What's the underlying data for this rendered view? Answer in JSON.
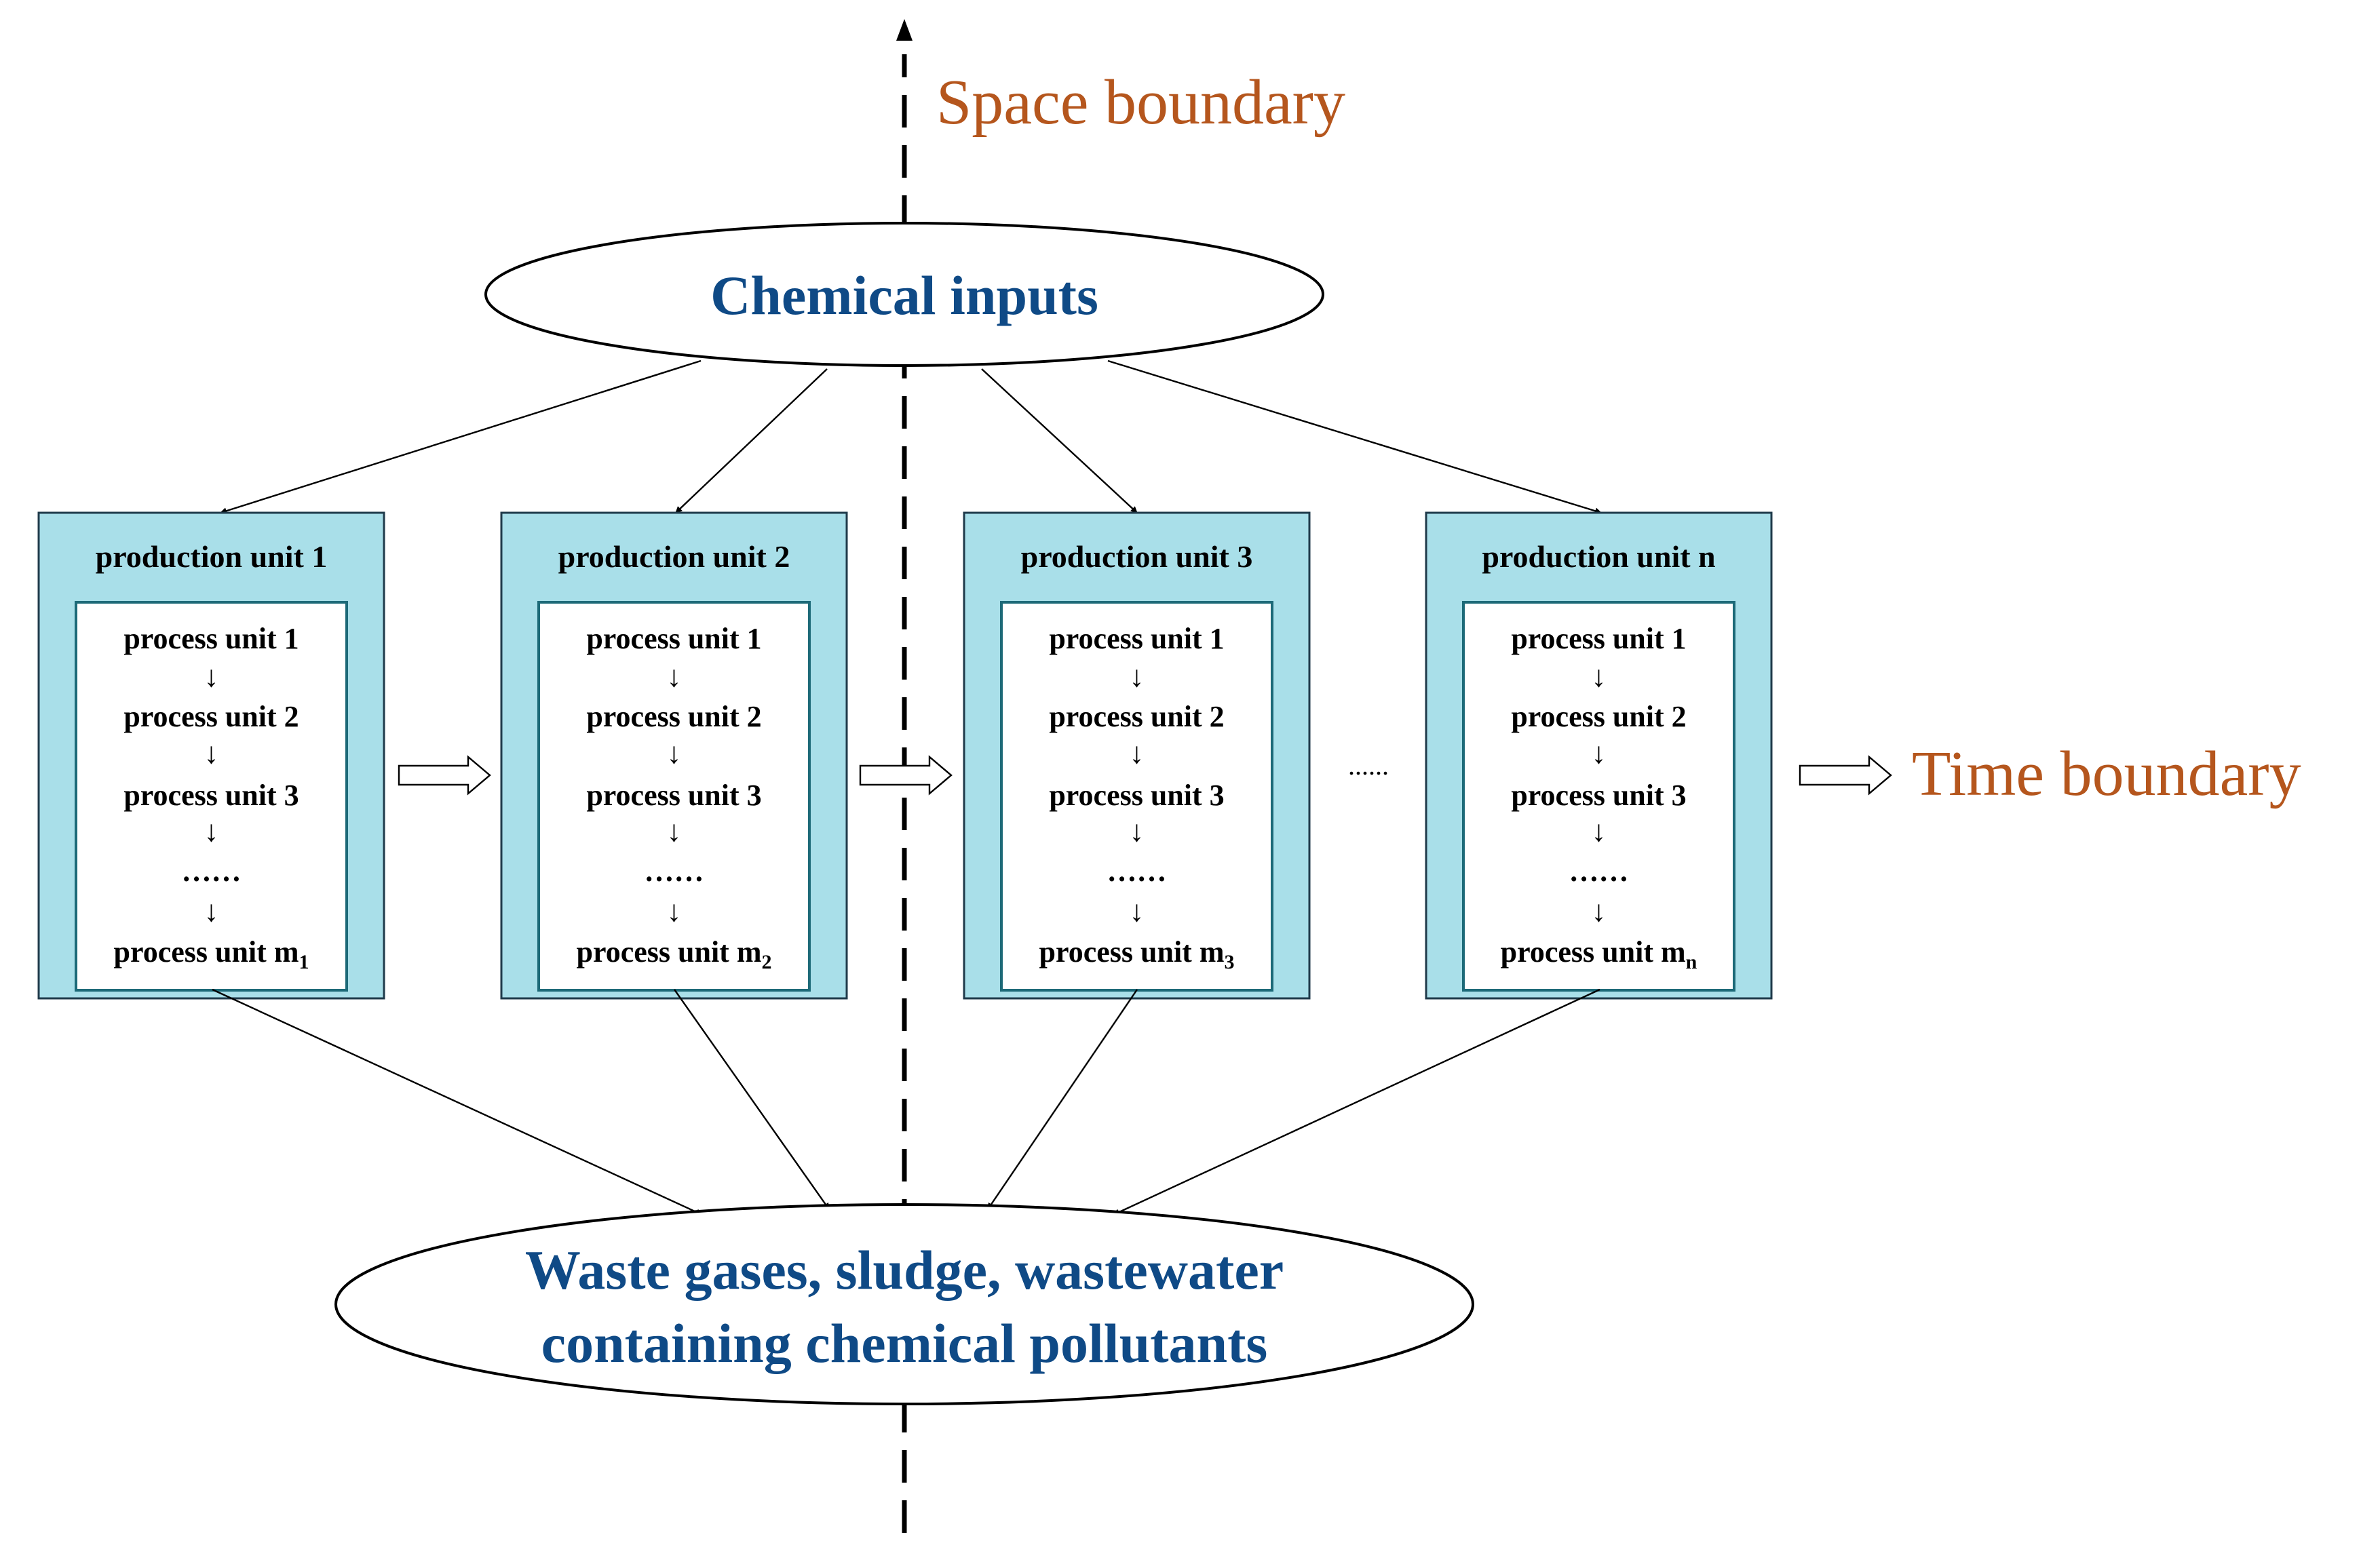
{
  "space_boundary_label": "Space boundary",
  "time_boundary_label": "Time boundary",
  "input_node": {
    "label": "Chemical inputs"
  },
  "output_node": {
    "line1": "Waste gases, sludge, wastewater",
    "line2": "containing chemical pollutants"
  },
  "units_ellipsis": "......",
  "arrow_glyph": "↓",
  "production_units": [
    {
      "title": "production unit 1",
      "processes": [
        "process unit 1",
        "process unit 2",
        "process unit 3"
      ],
      "ellipsis": "……",
      "last_process": {
        "label": "process unit m",
        "subscript": "1"
      }
    },
    {
      "title": "production unit 2",
      "processes": [
        "process unit 1",
        "process unit 2",
        "process unit 3"
      ],
      "ellipsis": "……",
      "last_process": {
        "label": "process unit m",
        "subscript": "2"
      }
    },
    {
      "title": "production unit 3",
      "processes": [
        "process unit 1",
        "process unit 2",
        "process unit 3"
      ],
      "ellipsis": "……",
      "last_process": {
        "label": "process unit m",
        "subscript": "3"
      }
    },
    {
      "title": "production unit n",
      "processes": [
        "process unit 1",
        "process unit 2",
        "process unit 3"
      ],
      "ellipsis": "……",
      "last_process": {
        "label": "process unit m",
        "subscript": "n"
      }
    }
  ],
  "colors": {
    "boundary_label": "#b5561d",
    "ellipse_label": "#0f4a86",
    "unit_fill": "#a9dfe9",
    "inner_border": "#1d6a78"
  }
}
